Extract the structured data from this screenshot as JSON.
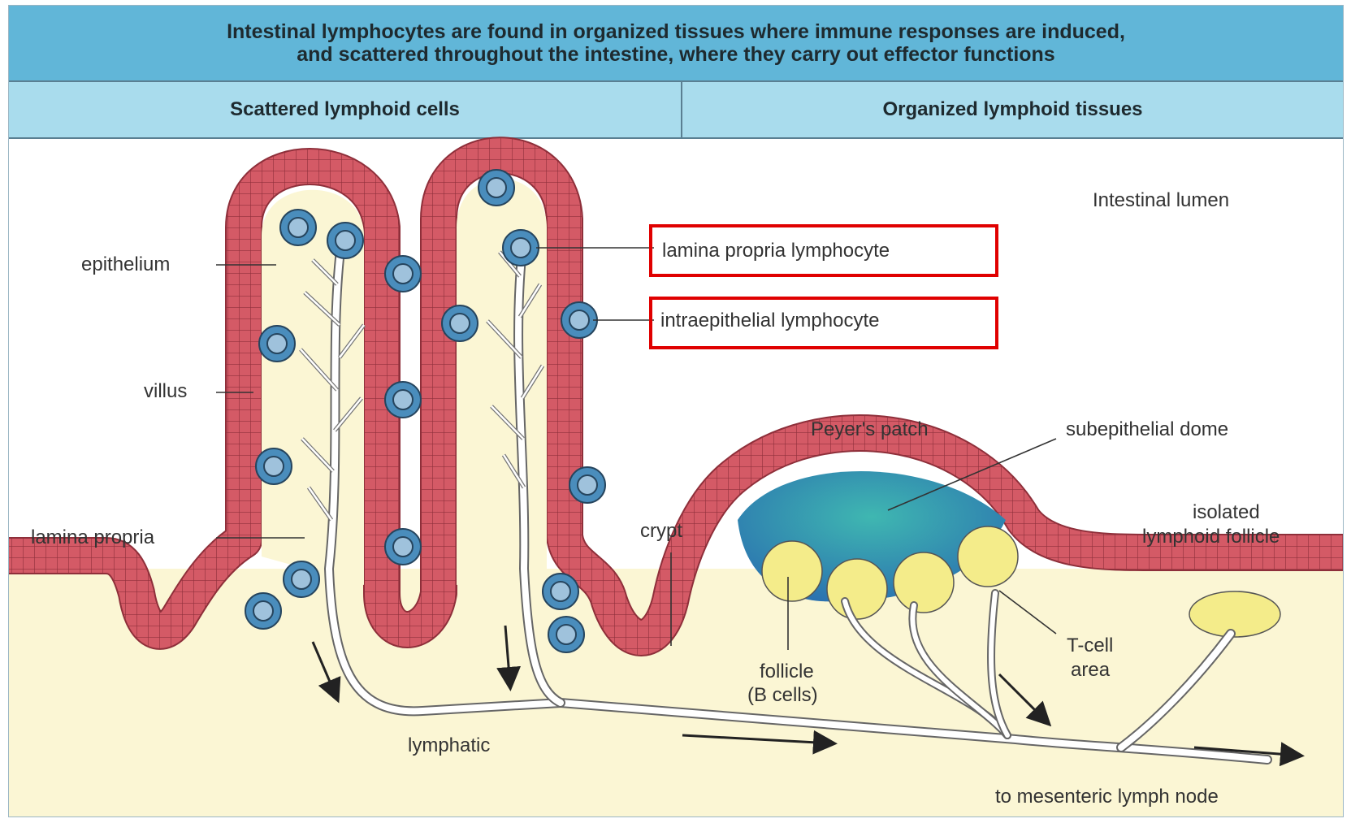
{
  "banner": {
    "text": "Intestinal lymphocytes are found in organized tissues where immune responses are induced,\nand scattered throughout the intestine, where they carry out effector functions"
  },
  "columns": {
    "left": "Scattered lymphoid cells",
    "right": "Organized lymphoid tissues"
  },
  "labels": {
    "intestinal_lumen": "Intestinal lumen",
    "epithelium": "epithelium",
    "villus": "villus",
    "lamina_propria": "lamina propria",
    "lamina_propria_lymphocyte": "lamina propria lymphocyte",
    "intraepithelial_lymphocyte": "intraepithelial lymphocyte",
    "crypt": "crypt",
    "peyers_patch": "Peyer's patch",
    "subepithelial_dome": "subepithelial dome",
    "isolated_follicle_1": "isolated",
    "isolated_follicle_2": "lymphoid follicle",
    "follicle_1": "follicle",
    "follicle_2": "(B cells)",
    "tcell_1": "T-cell",
    "tcell_2": "area",
    "lymphatic": "lymphatic",
    "to_node": "to mesenteric lymph node"
  },
  "colors": {
    "epithelium": "#d45a66",
    "lamina": "#fbf6d4",
    "dome": "#2fa3b6",
    "follicle": "#f4ec8a",
    "cell": "#4a8dbc",
    "highlight": "#e00000"
  }
}
